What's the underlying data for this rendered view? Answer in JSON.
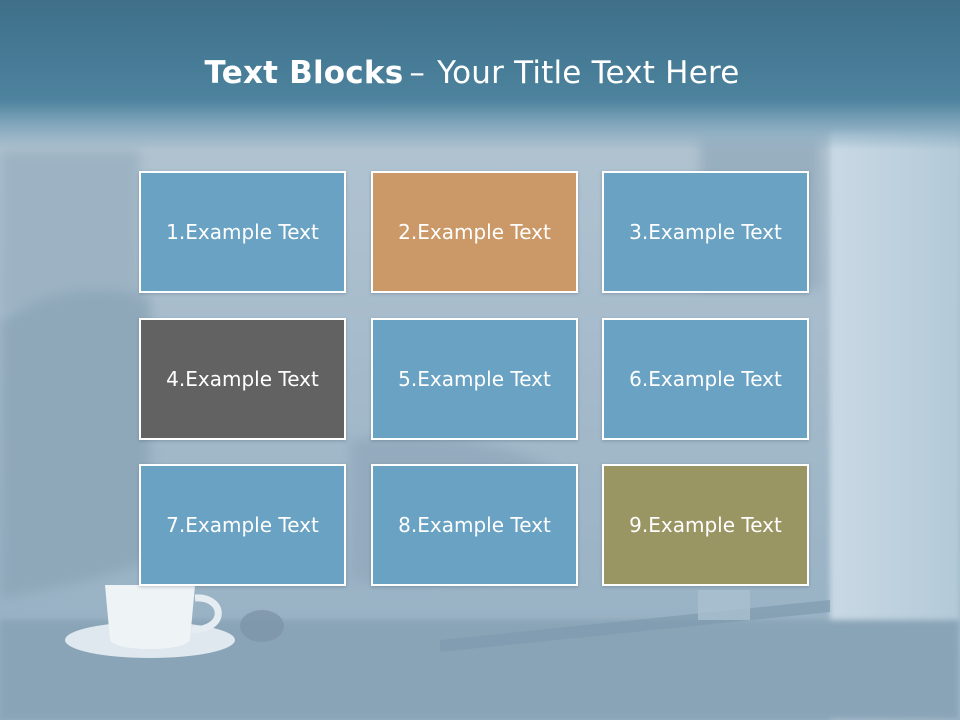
{
  "title": {
    "bold": "Text Blocks",
    "dash": "–",
    "rest": "Your Title Text Here"
  },
  "colors": {
    "header": "#467b96",
    "blue": "#6aa2c3",
    "orange": "#cb9867",
    "gray": "#626262",
    "olive": "#9a9664",
    "border": "#ffffff"
  },
  "blocks": [
    {
      "label": "1.Example Text",
      "color": "#6aa2c3"
    },
    {
      "label": "2.Example Text",
      "color": "#cb9867"
    },
    {
      "label": "3.Example Text",
      "color": "#6aa2c3"
    },
    {
      "label": "4.Example Text",
      "color": "#626262"
    },
    {
      "label": "5.Example Text",
      "color": "#6aa2c3"
    },
    {
      "label": "6.Example Text",
      "color": "#6aa2c3"
    },
    {
      "label": "7.Example Text",
      "color": "#6aa2c3"
    },
    {
      "label": "8.Example Text",
      "color": "#6aa2c3"
    },
    {
      "label": "9.Example Text",
      "color": "#9a9664"
    }
  ]
}
